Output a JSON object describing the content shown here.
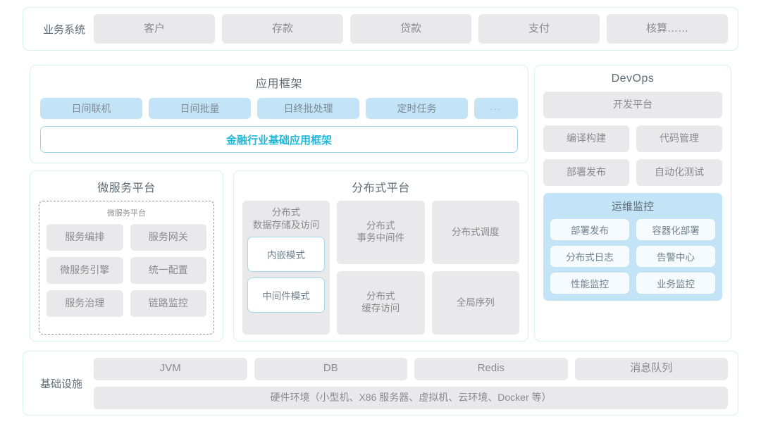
{
  "business_row": {
    "label": "业务系统",
    "items": [
      "客户",
      "存款",
      "贷款",
      "支付",
      "核算……"
    ]
  },
  "app_framework": {
    "title": "应用框架",
    "chips": [
      "日间联机",
      "日间批量",
      "日终批处理",
      "定时任务"
    ],
    "more": "...",
    "framework_bar": "金融行业基础应用框架",
    "framework_bar_color": "#22b8d8"
  },
  "microservice": {
    "title": "微服务平台",
    "inner_title": "微服务平台",
    "items": [
      "服务编排",
      "服务网关",
      "微服务引擎",
      "统一配置",
      "服务治理",
      "链路监控"
    ]
  },
  "distributed": {
    "title": "分布式平台",
    "storage_label": "分布式\n数据存储及访问",
    "storage_modes": [
      "内嵌模式",
      "中间件模式"
    ],
    "cells": [
      "分布式\n事务中间件",
      "分布式调度",
      "分布式\n缓存访问",
      "全局序列"
    ]
  },
  "devops": {
    "title": "DevOps",
    "platform": "开发平台",
    "pairs": [
      "编译构建",
      "代码管理",
      "部署发布",
      "自动化测试"
    ],
    "ops": {
      "title": "运维监控",
      "items": [
        "部署发布",
        "容器化部署",
        "分布式日志",
        "告警中心",
        "性能监控",
        "业务监控"
      ],
      "background": "#c3e4f7"
    }
  },
  "infrastructure": {
    "label": "基础设施",
    "items": [
      "JVM",
      "DB",
      "Redis",
      "消息队列"
    ],
    "hardware": "硬件环境（小型机、X86 服务器、虚拟机、云环境、Docker 等）"
  },
  "palette": {
    "gray_box": "#e9e9eb",
    "blue_box": "#c3e4f7",
    "panel_border": "#d8eff5",
    "text_gray": "#8a8a8f",
    "title_gray": "#5e6b75"
  }
}
